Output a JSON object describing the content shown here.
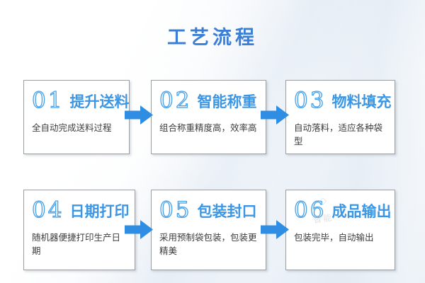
{
  "page": {
    "title": "工艺流程"
  },
  "colors": {
    "title_blue": "#3b7ed6",
    "head_blue": "#3b97e6",
    "num_blue": "#49a2e8",
    "accent_blue": "#2f8de4",
    "desc_gray": "#3d3d3d",
    "border_gray": "#9b9fa4"
  },
  "steps": [
    {
      "number": "01",
      "title": "提升送料",
      "description": "全自动完成送料过程"
    },
    {
      "number": "02",
      "title": "智能称重",
      "description": "组合称重精度高，效率高"
    },
    {
      "number": "03",
      "title": "物料填充",
      "description": "自动落料，适应各种袋型"
    },
    {
      "number": "04",
      "title": "日期打印",
      "description": "随机器便捷打印生产日期"
    },
    {
      "number": "05",
      "title": "包装封口",
      "description": "采用预制袋包装，包装更精美"
    },
    {
      "number": "06",
      "title": "成品输出",
      "description": "包装完毕，自动输出"
    }
  ],
  "watermark": {
    "text": "智能"
  }
}
